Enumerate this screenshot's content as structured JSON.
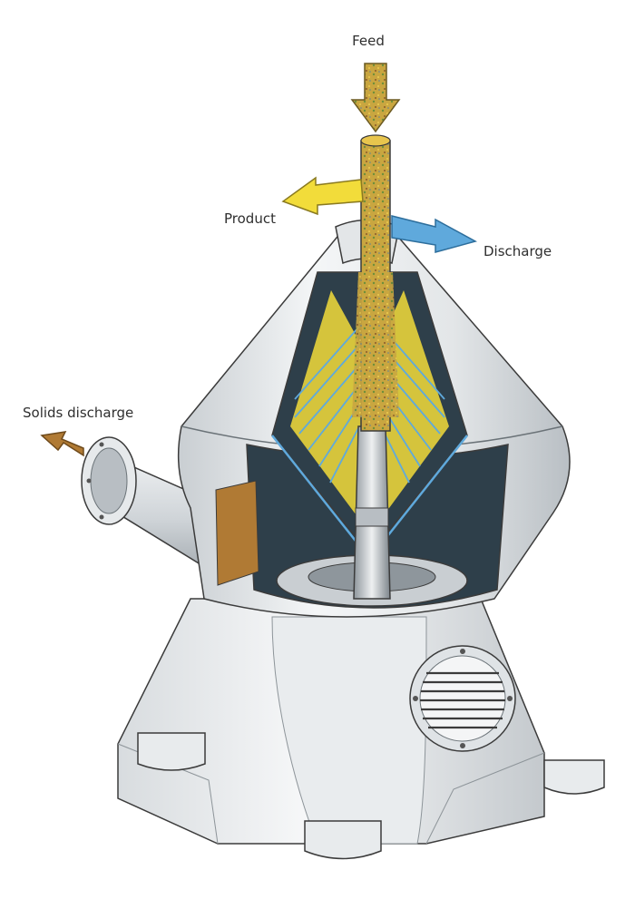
{
  "labels": {
    "feed": "Feed",
    "product": "Product",
    "discharge": "Discharge",
    "solids_discharge": "Solids discharge"
  },
  "colors": {
    "feed_flow": "#d9b646",
    "product": "#f2dc3a",
    "discharge": "#5fa9dc",
    "solids": "#b07a34",
    "housing_light": "#f1f3f4",
    "housing_mid": "#d3d7da",
    "housing_dark": "#9aa1a7",
    "interior_dark": "#2e3f4a",
    "outline": "#3b3b3b"
  },
  "icons": {
    "feed_arrow": "arrow-down-icon",
    "product_arrow": "arrow-left-icon",
    "discharge_arrow": "arrow-right-icon",
    "solids_arrow": "arrow-up-left-icon"
  }
}
